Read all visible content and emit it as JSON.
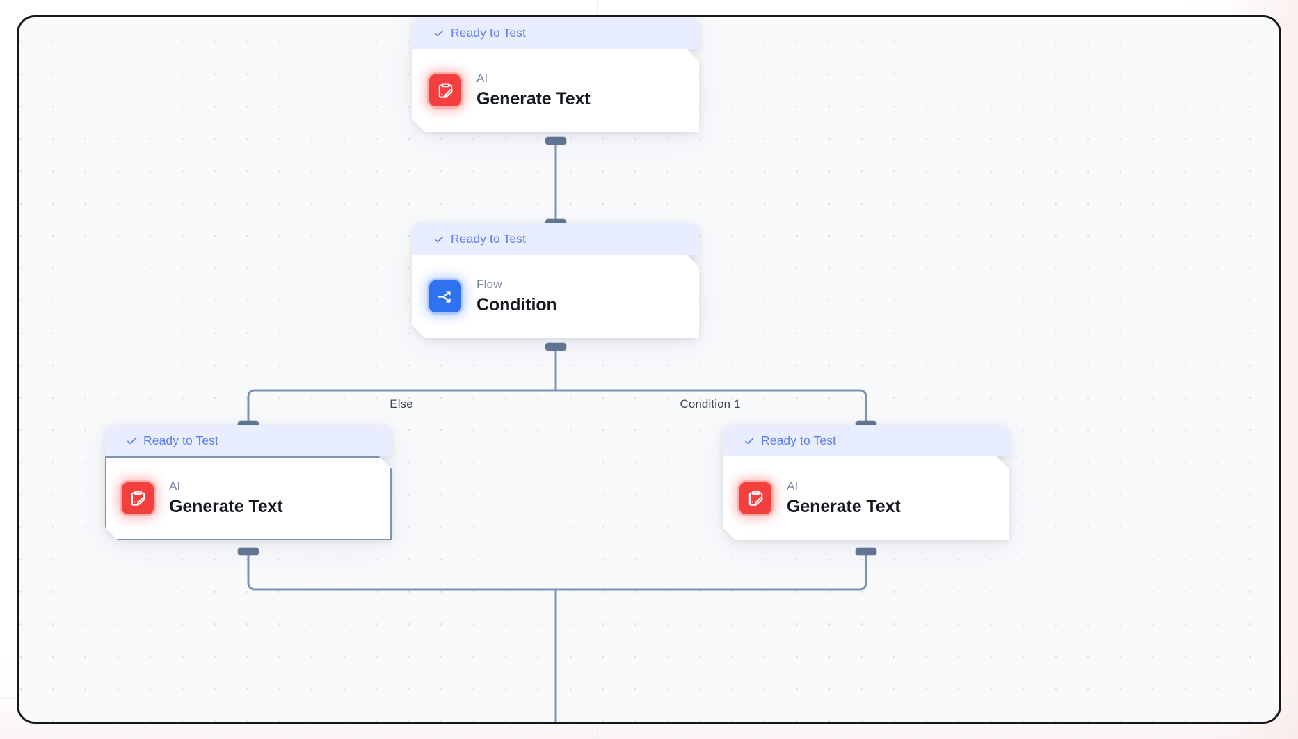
{
  "canvas": {
    "background_color": "#f8fafc",
    "border_color": "#18181b",
    "grid_dot_color": "#c9ced8",
    "accent_blue": "#5c7cf0",
    "status_strip_color": "#e8eeff",
    "edge_color": "#7e93b4",
    "handle_color": "#647796"
  },
  "nodes": [
    {
      "id": "node-generate-text-top",
      "status": "Ready to Test",
      "status_icon": "check-icon",
      "kind": "AI",
      "title": "Generate Text",
      "icon": "clipboard-pencil-icon",
      "icon_color": "#f43f3f",
      "selected": false
    },
    {
      "id": "node-condition",
      "status": "Ready to Test",
      "status_icon": "check-icon",
      "kind": "Flow",
      "title": "Condition",
      "icon": "branch-split-icon",
      "icon_color": "#2f72f0",
      "selected": false
    },
    {
      "id": "node-generate-text-else",
      "status": "Ready to Test",
      "status_icon": "check-icon",
      "kind": "AI",
      "title": "Generate Text",
      "icon": "clipboard-pencil-icon",
      "icon_color": "#f43f3f",
      "selected": true
    },
    {
      "id": "node-generate-text-condition-1",
      "status": "Ready to Test",
      "status_icon": "check-icon",
      "kind": "AI",
      "title": "Generate Text",
      "icon": "clipboard-pencil-icon",
      "icon_color": "#f43f3f",
      "selected": false
    }
  ],
  "edges": [
    {
      "id": "edge-top-to-condition",
      "label": ""
    },
    {
      "id": "edge-condition-else",
      "label": "Else"
    },
    {
      "id": "edge-condition-1",
      "label": "Condition 1"
    },
    {
      "id": "edge-else-merge",
      "label": ""
    },
    {
      "id": "edge-condition-1-merge",
      "label": ""
    }
  ]
}
